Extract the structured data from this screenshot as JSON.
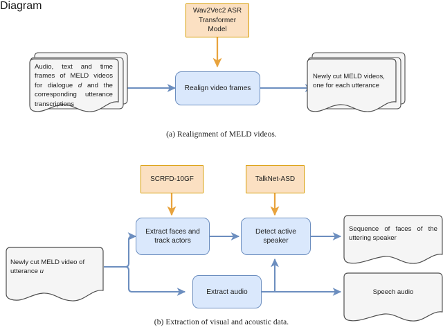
{
  "figure": {
    "title": "MELD preprocessing pipeline figure",
    "colors": {
      "process_fill": "#dae8fc",
      "process_stroke": "#6c8ebf",
      "model_fill": "#fbe0c2",
      "model_stroke": "#d79b00",
      "document_fill": "#f5f5f5",
      "document_stroke": "#4d4d4d",
      "blue_arrow": "#6c8ebf",
      "orange_arrow": "#d79b00",
      "background": "#ffffff"
    }
  },
  "subfigure_a": {
    "caption": "(a) Realignment of MELD videos.",
    "model_box": {
      "label": "Wav2Vec2 ASR\nTransformer Model",
      "line1": "Wav2Vec2 ASR",
      "line2": "Transformer Model"
    },
    "input_documents": {
      "text_html": "Audio, text and time frames of MELD videos for dialogue <i>d</i> and the corresponding utterance transcriptions",
      "stack_count": 3
    },
    "process_box": {
      "label": "Realign video frames"
    },
    "output_documents": {
      "text_html": "Newly cut MELD videos, one for each utterance",
      "stack_count": 3
    }
  },
  "subfigure_b": {
    "caption": "(b) Extraction of visual and acoustic data.",
    "model_boxes": [
      {
        "label": "SCRFD-10GF"
      },
      {
        "label": "TalkNet-ASD"
      }
    ],
    "input_document": {
      "text_html": "Newly cut MELD video of utterance <i>u</i>"
    },
    "process_boxes": [
      {
        "label": "Extract faces and\ntrack actors",
        "line1": "Extract faces and",
        "line2": "track actors"
      },
      {
        "label": "Detect active\nspeaker",
        "line1": "Detect active",
        "line2": "speaker"
      },
      {
        "label": "Extract audio"
      }
    ],
    "output_documents": [
      {
        "text_html": "Sequence of faces of the uttering speaker"
      },
      {
        "text_html": "Speech audio"
      }
    ]
  }
}
